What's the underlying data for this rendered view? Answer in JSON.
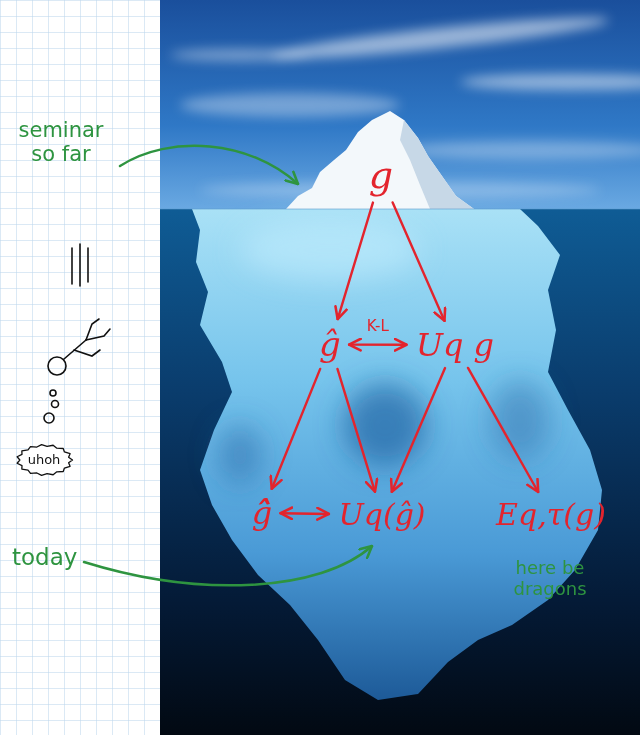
{
  "diagram": {
    "nodes": [
      {
        "text": [
          "g"
        ]
      },
      {
        "text": [
          "ĝ"
        ]
      },
      {
        "text": [
          "Uq g"
        ]
      },
      {
        "text": [
          "ĝ̂"
        ]
      },
      {
        "text": [
          "Uq(ĝ)"
        ]
      },
      {
        "text": [
          "Eq,τ(g)"
        ]
      },
      {
        "text": [
          "uhoh"
        ]
      }
    ],
    "edges": [
      {
        "from": 0,
        "to": 1,
        "arrow": "to"
      },
      {
        "from": 0,
        "to": 2,
        "arrow": "to"
      },
      {
        "from": 1,
        "to": 2,
        "label": "K-L",
        "arrow": "both"
      },
      {
        "from": 1,
        "to": 3,
        "arrow": "to"
      },
      {
        "from": 1,
        "to": 4,
        "arrow": "to"
      },
      {
        "from": 2,
        "to": 4,
        "arrow": "to"
      },
      {
        "from": 2,
        "to": 5,
        "arrow": "to"
      },
      {
        "from": 3,
        "to": 4,
        "arrow": "both"
      }
    ],
    "labels": [
      "seminar so far",
      "today",
      "here be dragons"
    ]
  }
}
